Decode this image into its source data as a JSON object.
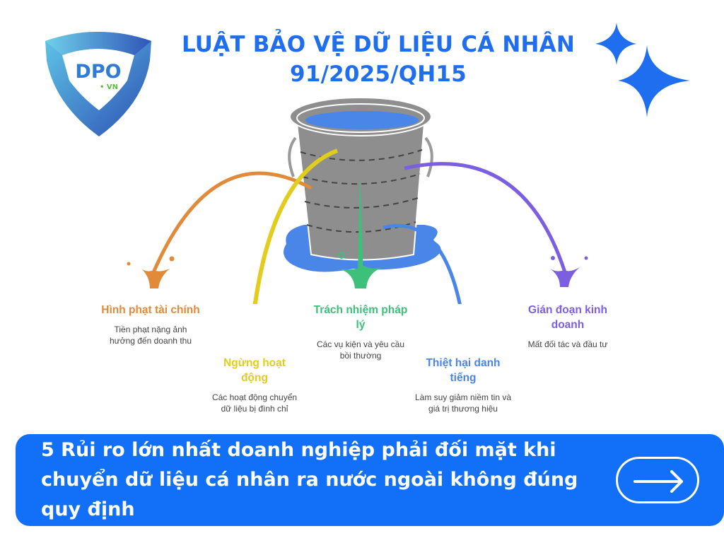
{
  "logo": {
    "text": "DPO",
    "subtext": "• VN",
    "icon": "shield-logo-icon"
  },
  "header": {
    "title_line1": "LUẬT BẢO VỆ DỮ LIỆU CÁ NHÂN",
    "title_line2": "91/2025/QH15",
    "decoration": "sparkle-icon"
  },
  "illustration": {
    "icon": "leaking-bucket-icon",
    "colors": {
      "bucket": "#8e8e8e",
      "water": "#4a86e8",
      "orange": "#e08a3a",
      "yellow": "#e2cc1e",
      "green": "#3cc07a",
      "blue": "#4a86e8",
      "purple": "#7b5fe0"
    }
  },
  "risks": [
    {
      "title": "Hình phạt tài chính",
      "desc": "Tiền phạt nặng ảnh hưởng đến doanh thu",
      "color": "#e08a3a"
    },
    {
      "title": "Ngừng hoạt động",
      "desc": "Các hoạt động chuyển dữ liệu bị đình chỉ",
      "color": "#e2cc1e"
    },
    {
      "title": "Trách nhiệm pháp lý",
      "desc": "Các vụ kiện và yêu cầu bồi thường",
      "color": "#3cc07a"
    },
    {
      "title": "Thiệt hại danh tiếng",
      "desc": "Làm suy giảm niềm tin và giá trị thương hiệu",
      "color": "#4a86e8"
    },
    {
      "title": "Gián đoạn kinh doanh",
      "desc": "Mất đối tác và đầu tư",
      "color": "#7b5fe0"
    }
  ],
  "banner": {
    "text": "5 Rủi ro lớn nhất doanh nghiệp phải đối mặt khi chuyển dữ liệu cá nhân ra nước ngoài không đúng quy định",
    "color": "#1170f7",
    "button_icon": "arrow-right-icon"
  }
}
